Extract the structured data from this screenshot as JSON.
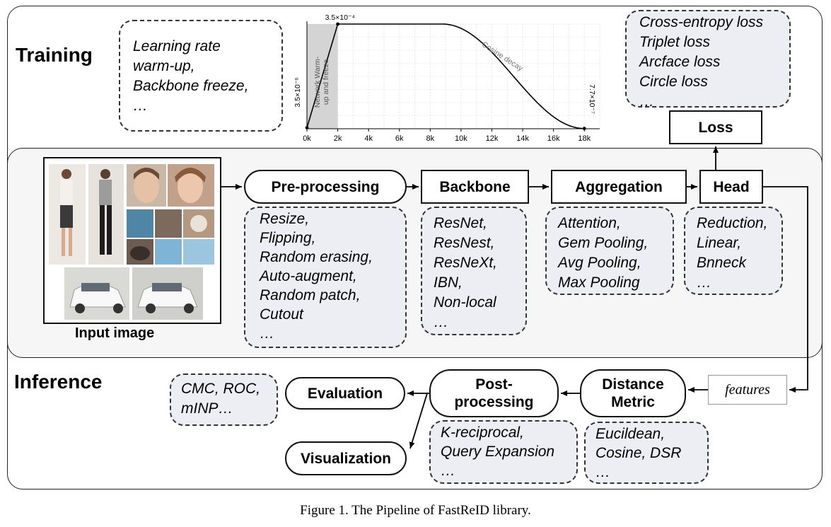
{
  "training": {
    "title": "Training",
    "schedule_box": [
      "Learning rate",
      "warm-up,",
      "Backbone freeze,",
      "…"
    ],
    "loss_box": [
      "Cross-entropy loss",
      "Triplet loss",
      "Arcface loss",
      "Circle loss",
      "…"
    ],
    "loss_label": "Loss"
  },
  "chart_data": {
    "type": "line",
    "title": "",
    "xlabel": "",
    "ylabel": "",
    "x_tick_labels": [
      "0k",
      "2k",
      "4k",
      "6k",
      "8k",
      "10k",
      "12k",
      "14k",
      "16k",
      "18k"
    ],
    "x_ticks": [
      0,
      2000,
      4000,
      6000,
      8000,
      10000,
      12000,
      14000,
      16000,
      18000
    ],
    "xlim": [
      0,
      19000
    ],
    "ylim": [
      0,
      0.00035
    ],
    "grid": true,
    "series": [
      {
        "name": "",
        "x": [
          0,
          2000,
          8800,
          18000
        ],
        "y": [
          3.5e-06,
          0.00035,
          0.00035,
          7.7e-07
        ],
        "segments": [
          "linear",
          "constant",
          "cosine"
        ]
      }
    ],
    "annotations": [
      {
        "text": "3.5×10⁻⁴",
        "at": [
          2000,
          0.00035
        ]
      },
      {
        "text": "3.5×10⁻⁶",
        "at": [
          0,
          3.5e-06
        ]
      },
      {
        "text": "7.7×10⁻⁷",
        "at": [
          18000,
          7.7e-07
        ]
      },
      {
        "text": "Cosine decay",
        "at": [
          13000,
          0.00017
        ]
      },
      {
        "text": "Network Warm-up and freeze",
        "region": [
          0,
          2000
        ]
      }
    ]
  },
  "pipeline": {
    "input_label": "Input image",
    "preprocessing": {
      "label": "Pre-processing",
      "items": [
        "Resize,",
        "Flipping,",
        "Random erasing,",
        "Auto-augment,",
        "Random patch,",
        "Cutout",
        "…"
      ]
    },
    "backbone": {
      "label": "Backbone",
      "items": [
        "ResNet,",
        "ResNest,",
        "ResNeXt,",
        "IBN,",
        "Non-local",
        "…"
      ]
    },
    "aggregation": {
      "label": "Aggregation",
      "items": [
        "Attention,",
        "Gem Pooling,",
        "Avg Pooling,",
        "Max Pooling"
      ]
    },
    "head": {
      "label": "Head",
      "items": [
        "Reduction,",
        "Linear,",
        "Bnneck",
        "…"
      ]
    }
  },
  "inference": {
    "title": "Inference",
    "features_label": "features",
    "distance": {
      "label_line1": "Distance",
      "label_line2": "Metric",
      "items": [
        "Eucildean,",
        "Cosine, DSR",
        "…"
      ]
    },
    "postprocessing": {
      "label_line1": "Post-",
      "label_line2": "processing",
      "items": [
        "K-reciprocal,",
        "Query Expansion",
        "…"
      ]
    },
    "evaluation": {
      "label": "Evaluation",
      "items": [
        "CMC, ROC,",
        "mINP…"
      ]
    },
    "visualization": {
      "label": "Visualization"
    }
  },
  "caption": "Figure 1. The Pipeline of FastReID library."
}
